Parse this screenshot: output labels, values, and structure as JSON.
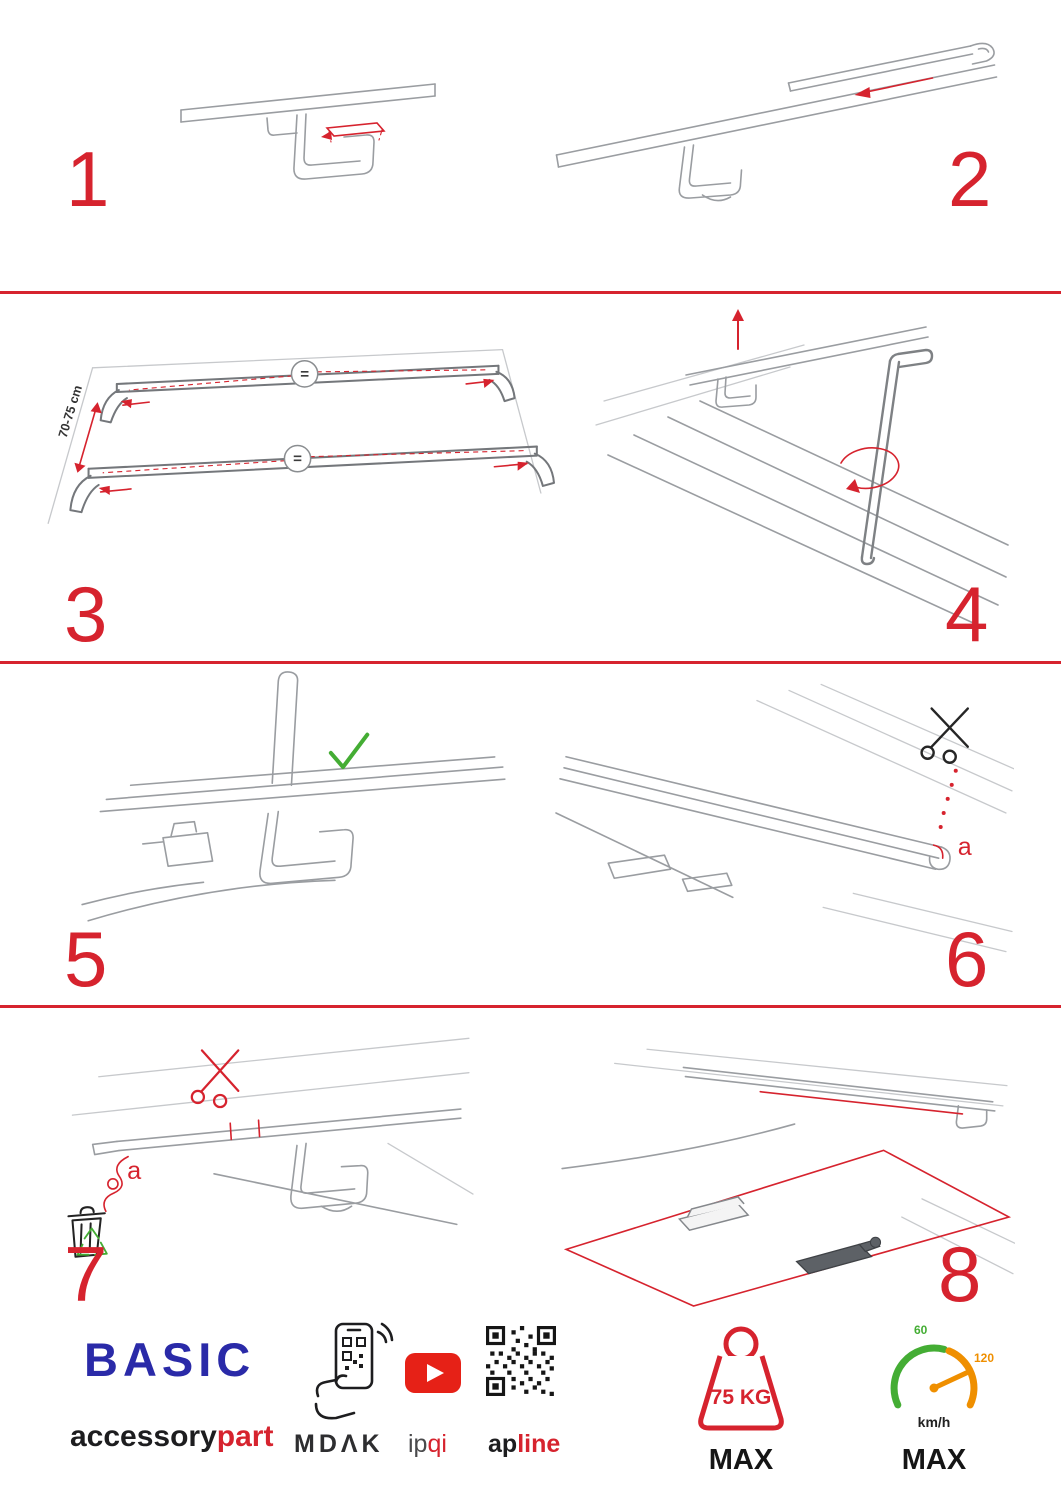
{
  "steps": [
    {
      "number": "1"
    },
    {
      "number": "2"
    },
    {
      "number": "3",
      "dimension_label": "70-75 cm",
      "equal_symbol": "="
    },
    {
      "number": "4"
    },
    {
      "number": "5"
    },
    {
      "number": "6",
      "label_a": "a"
    },
    {
      "number": "7",
      "label_a": "a"
    },
    {
      "number": "8"
    }
  ],
  "footer": {
    "brand": "BASIC",
    "brand_line_black": "accessory",
    "brand_line_red": "part",
    "app_name": "MDΛK",
    "channel_black": "ip",
    "channel_red": "qi",
    "site_black": "ap",
    "site_red": "line",
    "weight_value": "75 KG",
    "weight_max": "MAX",
    "gauge_low": "60",
    "gauge_high": "120",
    "gauge_unit": "km/h",
    "gauge_max": "MAX"
  },
  "colors": {
    "accent": "#d6232e",
    "blue": "#2a2aa8",
    "green": "#44ad34",
    "orange": "#ef8f00",
    "ink": "#1d1d1f",
    "sketch": "#9a9da1",
    "youtube": "#e62117"
  }
}
